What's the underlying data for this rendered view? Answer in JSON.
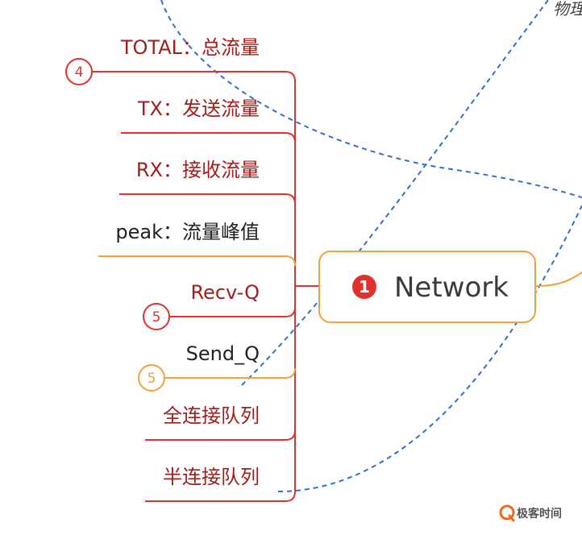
{
  "corner_label": "物理",
  "center": {
    "number": "1",
    "title": "Network"
  },
  "branches": [
    {
      "label": "TOTAL：总流量",
      "badge": "4"
    },
    {
      "label": "TX：发送流量"
    },
    {
      "label": "RX：接收流量"
    },
    {
      "label": "peak：流量峰值"
    },
    {
      "label": "Recv-Q",
      "badge": "5"
    },
    {
      "label": "Send_Q",
      "badge": "5"
    },
    {
      "label": "全连接队列"
    },
    {
      "label": "半连接队列"
    }
  ],
  "logo": {
    "text": "极客时间"
  },
  "colors": {
    "red": "#e0312f",
    "dark_red": "#a01e1b",
    "orange": "#f5a03c",
    "blue_dashed": "#2f6fd0",
    "text_dark": "#222222",
    "node_text": "#3a3a3a",
    "logo_orange": "#f26b1d",
    "logo_gray": "#555555"
  }
}
